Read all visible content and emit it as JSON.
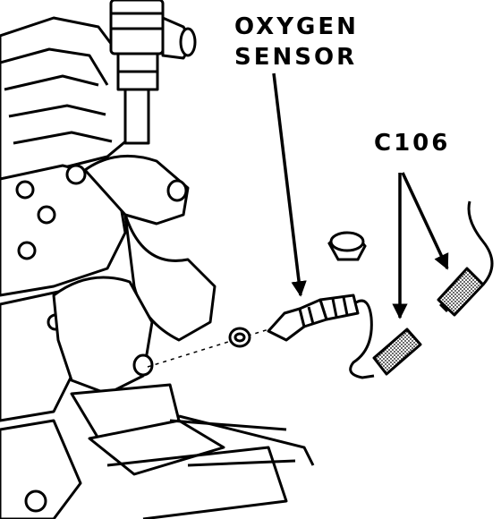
{
  "labels": {
    "sensor_line1": "OXYGEN",
    "sensor_line2": "SENSOR",
    "connector": "C106"
  },
  "colors": {
    "ink": "#000000",
    "paper": "#ffffff"
  }
}
